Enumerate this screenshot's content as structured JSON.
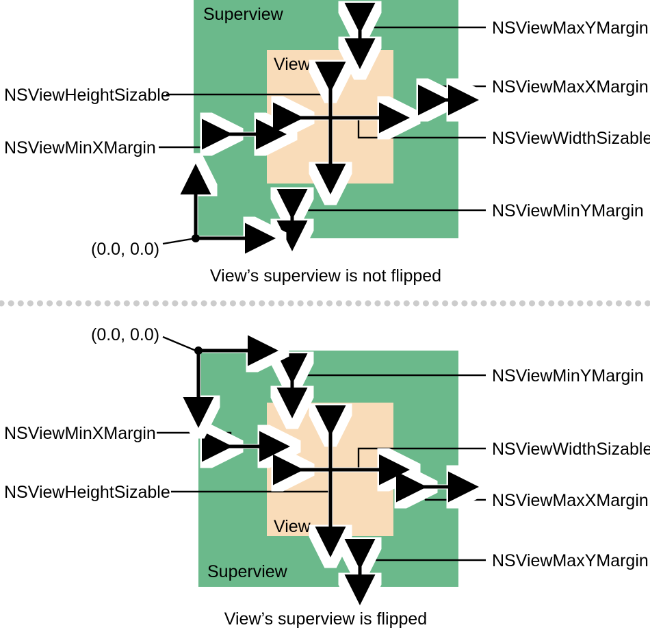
{
  "figure": {
    "title_upper_caption": "View’s superview is not flipped",
    "title_lower_caption": "View’s superview is flipped",
    "colors": {
      "superview_fill": "#6bb98b",
      "view_fill": "#f9dcb9",
      "arrow_stroke": "#000000",
      "arrow_halo": "#ffffff",
      "leader_line": "#000000",
      "divider_dot": "#cccccc",
      "background": "#ffffff"
    }
  },
  "upper": {
    "superview_label": "Superview",
    "view_label": "View",
    "origin_label": "(0.0, 0.0)",
    "caption": "View’s superview is not flipped",
    "labels_left": [
      {
        "id": "height-sizable",
        "text": "NSViewHeightSizable"
      },
      {
        "id": "min-x-margin",
        "text": "NSViewMinXMargin"
      }
    ],
    "labels_right": [
      {
        "id": "max-y-margin",
        "text": "NSViewMaxYMargin"
      },
      {
        "id": "max-x-margin",
        "text": "NSViewMaxXMargin"
      },
      {
        "id": "width-sizable",
        "text": "NSViewWidthSizable"
      },
      {
        "id": "min-y-margin",
        "text": "NSViewMinYMargin"
      }
    ]
  },
  "lower": {
    "superview_label": "Superview",
    "view_label": "View",
    "origin_label": "(0.0, 0.0)",
    "caption": "View’s superview is flipped",
    "labels_left": [
      {
        "id": "min-x-margin",
        "text": "NSViewMinXMargin"
      },
      {
        "id": "height-sizable",
        "text": "NSViewHeightSizable"
      }
    ],
    "labels_right": [
      {
        "id": "min-y-margin",
        "text": "NSViewMinYMargin"
      },
      {
        "id": "width-sizable",
        "text": "NSViewWidthSizable"
      },
      {
        "id": "max-x-margin",
        "text": "NSViewMaxXMargin"
      },
      {
        "id": "max-y-margin",
        "text": "NSViewMaxYMargin"
      }
    ]
  }
}
